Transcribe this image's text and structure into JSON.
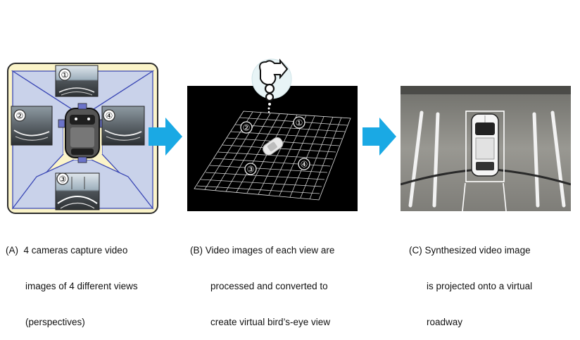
{
  "panels": {
    "a": {
      "caption_line1": "(A)  4 cameras capture video",
      "caption_line2": "images of 4 different views",
      "caption_line3": "(perspectives)",
      "camera_labels": [
        "①",
        "②",
        "③",
        "④"
      ]
    },
    "b": {
      "caption_line1": "(B) Video images of each view are",
      "caption_line2": "processed and converted to",
      "caption_line3": "create virtual bird’s-eye view",
      "view_labels": [
        "①",
        "②",
        "③",
        "④"
      ]
    },
    "c": {
      "caption_line1": "(C) Synthesized video image",
      "caption_line2": "is projected onto a virtual",
      "caption_line3": "roadway"
    }
  },
  "colors": {
    "arrow": "#1aa9e4",
    "panel_a_background": "#fbf4c9",
    "camera_lines": "#3b48b5"
  },
  "icons": [
    "arrow-right-icon",
    "camera-icon"
  ]
}
